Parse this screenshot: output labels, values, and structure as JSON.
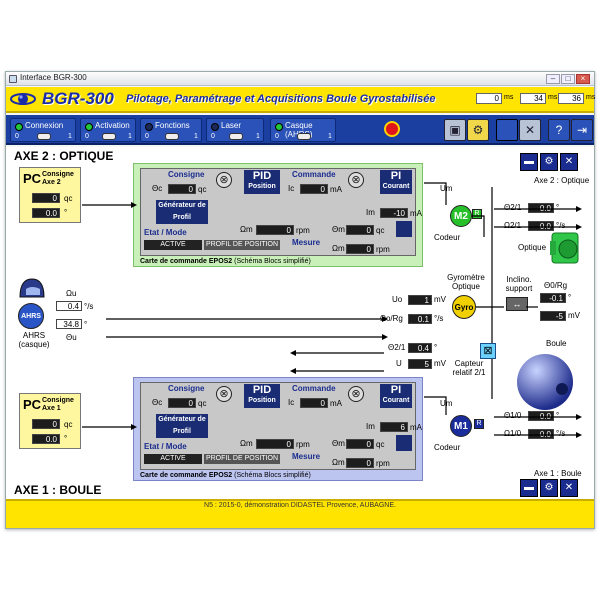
{
  "window": {
    "title": "Interface BGR-300"
  },
  "banner": {
    "title": "BGR-300",
    "subtitle": "Pilotage, Paramétrage et Acquisitions Boule Gyrostabilisée",
    "t1": "0",
    "t1_unit": "ms",
    "t2": "34",
    "t2_unit": "ms",
    "t3": "36",
    "t3_unit": "ms"
  },
  "controls": {
    "groups": [
      {
        "label": "Connexion",
        "off": "0",
        "on": "1",
        "led": "#22c83a"
      },
      {
        "label": "Activation",
        "off": "0",
        "on": "1",
        "led": "#22c83a"
      },
      {
        "label": "Fonctions",
        "off": "0",
        "on": "1",
        "led": "#1c2a58"
      },
      {
        "label": "Laser",
        "off": "0",
        "on": "1",
        "led": "#1c2a58"
      },
      {
        "label": "Casque (AHRS)",
        "off": "0",
        "on": "1",
        "led": "#22c83a"
      }
    ]
  },
  "axe2": {
    "title": "AXE 2 : OPTIQUE",
    "pc_label": "PC",
    "pc_consigne": "Consigne",
    "pc_axe": "Axe 2",
    "pc_val1": "0",
    "pc_val1_unit": "qc",
    "pc_val2": "0.0",
    "pc_val2_unit": "°",
    "consigne": "Consigne",
    "theta_c": "Θc",
    "theta_c_val": "0",
    "theta_c_unit": "qc",
    "gen": "Générateur de Profil",
    "pid": "PID",
    "pid_sub": "Position",
    "commande": "Commande",
    "ic": "Ic",
    "ic_val": "0",
    "ic_unit": "mA",
    "pi": "PI",
    "pi_sub": "Courant",
    "um": "Um",
    "im": "Im",
    "im_val": "-10",
    "im_unit": "mA",
    "omega_m1": "Ωm",
    "omega_m1_val": "0",
    "omega_m1_unit": "rpm",
    "theta_m": "Θm",
    "theta_m_val": "0",
    "theta_m_unit": "qc",
    "mesure": "Mesure",
    "omega_m2": "Ωm",
    "omega_m2_val": "0",
    "omega_m2_unit": "rpm",
    "etat": "Etat / Mode",
    "active": "ACTIVE",
    "profil": "PROFIL DE POSITION",
    "card": "Carte de commande EPOS2",
    "card_sub": "(Schéma Blocs simplifié)",
    "motor": "M2",
    "codeur": "Codeur",
    "theta21": "Θ2/1",
    "theta21_val": "0.0",
    "theta21_unit": "°",
    "omega21": "Ω2/1",
    "omega21_val": "0.0",
    "omega21_unit": "°/s",
    "axe_label": "Axe 2 : Optique",
    "optique": "Optique"
  },
  "axe1": {
    "title": "AXE 1 : BOULE",
    "pc_label": "PC",
    "pc_consigne": "Consigne",
    "pc_axe": "Axe 1",
    "pc_val1": "0",
    "pc_val1_unit": "qc",
    "pc_val2": "0.0",
    "pc_val2_unit": "°",
    "consigne": "Consigne",
    "theta_c": "Θc",
    "theta_c_val": "0",
    "theta_c_unit": "qc",
    "gen": "Générateur de Profil",
    "pid": "PID",
    "pid_sub": "Position",
    "commande": "Commande",
    "ic": "Ic",
    "ic_val": "0",
    "ic_unit": "mA",
    "pi": "PI",
    "pi_sub": "Courant",
    "um": "Um",
    "im": "Im",
    "im_val": "6",
    "im_unit": "mA",
    "omega_m1": "Ωm",
    "omega_m1_val": "0",
    "omega_m1_unit": "rpm",
    "theta_m": "Θm",
    "theta_m_val": "0",
    "theta_m_unit": "qc",
    "mesure": "Mesure",
    "omega_m2": "Ωm",
    "omega_m2_val": "0",
    "omega_m2_unit": "rpm",
    "etat": "Etat / Mode",
    "active": "ACTIVE",
    "profil": "PROFIL DE POSITION",
    "card": "Carte de commande EPOS2",
    "card_sub": "(Schéma Blocs simplifié)",
    "motor": "M1",
    "codeur": "Codeur",
    "theta10": "Θ1/0",
    "theta10_val": "0.0",
    "theta10_unit": "°",
    "omega10": "Ω1/0",
    "omega10_val": "0.0",
    "omega10_unit": "°/s",
    "axe_label": "Axe 1 : Boule",
    "boule": "Boule"
  },
  "middle": {
    "omega_u": "Ωu",
    "omega_u_val": "0.4",
    "omega_u_unit": "°/s",
    "theta_u": "Θu",
    "theta_u_val": "34.8",
    "theta_u_unit": "°",
    "ahrs": "AHRS",
    "ahrs_sub": "AHRS (casque)",
    "gyro_title": "Gyromètre Optique",
    "gyro": "Gyro",
    "uo": "Uo",
    "uo_val": "1",
    "uo_unit": "mV",
    "omega_org": "Ωo/Rg",
    "omega_org_val": "0.1",
    "omega_org_unit": "°/s",
    "inclino": "Inclino. support",
    "theta_org": "Θ0/Rg",
    "theta_org_val": "-0.1",
    "theta_org_unit": "°",
    "incl_mv": "-5",
    "incl_mv_unit": "mV",
    "theta21b": "Θ2/1",
    "theta21b_val": "0.4",
    "theta21b_unit": "°",
    "u": "U",
    "u_val": "5",
    "u_unit": "mV",
    "capteur": "Capteur relatif 2/1"
  },
  "status": {
    "text": "N5 : 2015-0, démonstration DIDASTEL Provence, AUBAGNE."
  },
  "colors": {
    "banner": "#ffe400",
    "title_blue": "#1a2ca8",
    "ctrlbar": "#1a3fa0",
    "card_green": "#c8f0b8",
    "card_blue": "#bcc4f0",
    "motor_green": "#26c12a",
    "motor_blue": "#1a2c9c"
  }
}
